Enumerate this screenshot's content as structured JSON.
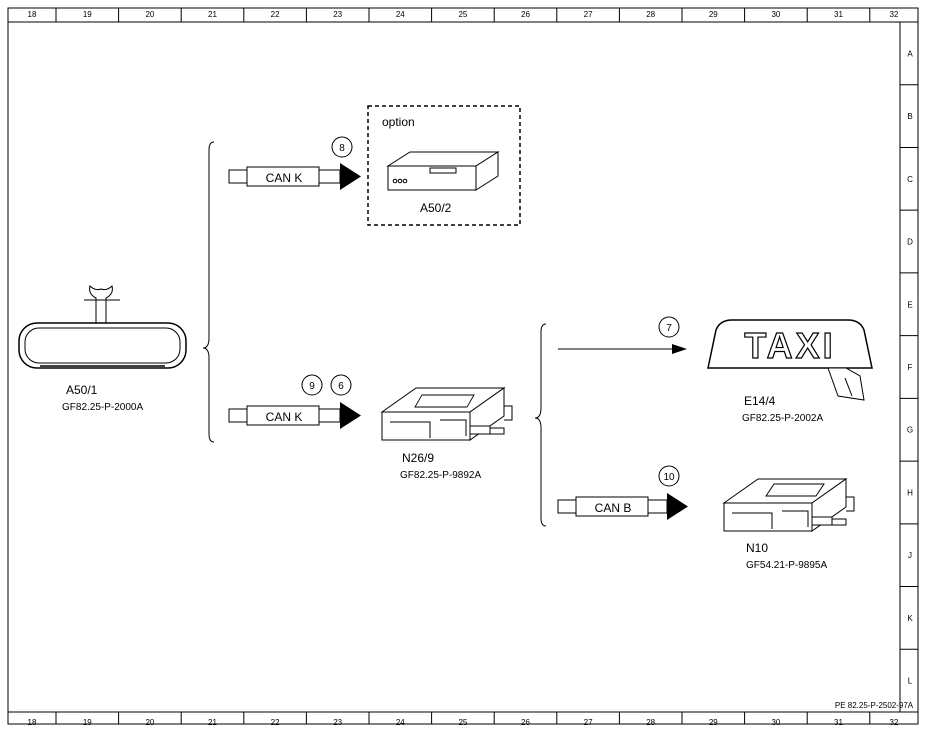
{
  "grid": {
    "columns": [
      "18",
      "19",
      "20",
      "21",
      "22",
      "23",
      "24",
      "25",
      "26",
      "27",
      "28",
      "29",
      "30",
      "31",
      "32"
    ],
    "rows": [
      "A",
      "B",
      "C",
      "D",
      "E",
      "F",
      "G",
      "H",
      "J",
      "K",
      "L"
    ]
  },
  "footer_ref": "PE 82.25-P-2502-97A",
  "option_label": "option",
  "components": {
    "mirror": {
      "code": "A50/1",
      "ref": "GF82.25-P-2000A"
    },
    "optional": {
      "code": "A50/2"
    },
    "n26": {
      "code": "N26/9",
      "ref": "GF82.25-P-9892A"
    },
    "taxi": {
      "code": "E14/4",
      "ref": "GF82.25-P-2002A",
      "sign_text": "TAXI"
    },
    "n10": {
      "code": "N10",
      "ref": "GF54.21-P-9895A"
    }
  },
  "connections": {
    "can_k_top": {
      "label": "CAN K",
      "markers": [
        "8"
      ]
    },
    "can_k_bottom": {
      "label": "CAN K",
      "markers": [
        "9",
        "6"
      ]
    },
    "direct": {
      "markers": [
        "7"
      ]
    },
    "can_b": {
      "label": "CAN B",
      "markers": [
        "10"
      ]
    }
  }
}
